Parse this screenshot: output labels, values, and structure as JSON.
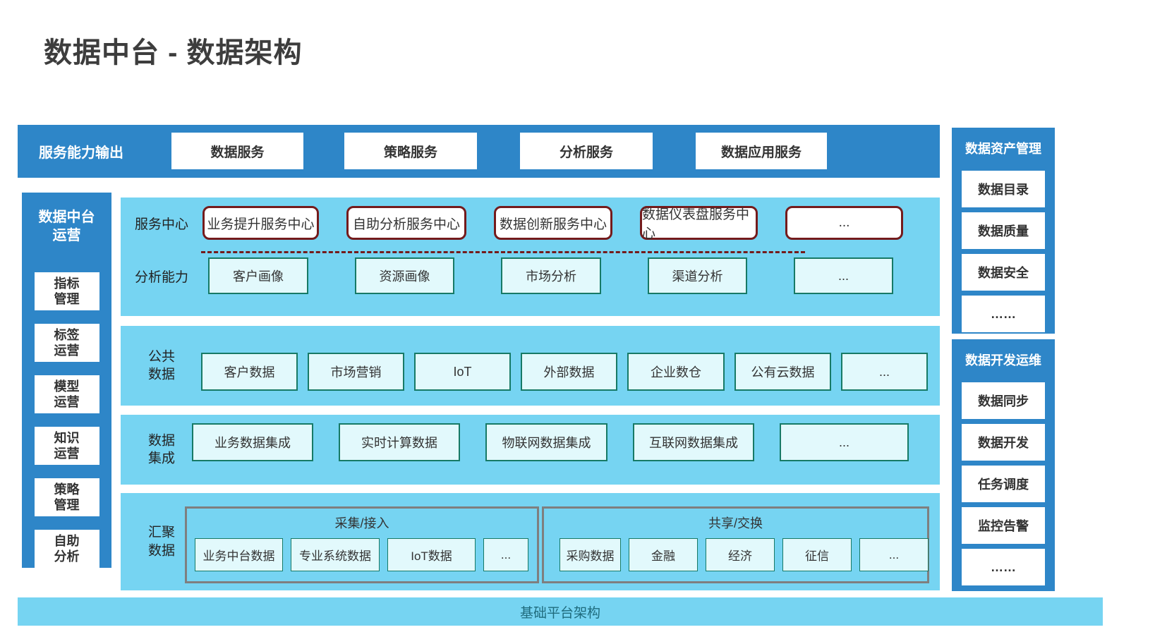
{
  "title": "数据中台 - 数据架构",
  "top_bar": {
    "label": "服务能力输出",
    "items": [
      "数据服务",
      "策略服务",
      "分析服务",
      "数据应用服务"
    ]
  },
  "left_sidebar": {
    "title": "数据中台\n运营",
    "items": [
      "指标\n管理",
      "标签\n运营",
      "模型\n运营",
      "知识\n运营",
      "策略\n管理",
      "自助\n分析"
    ]
  },
  "main": {
    "service_center": {
      "label": "服务中心",
      "items": [
        "业务提升服务中心",
        "自助分析服务中心",
        "数据创新服务中心",
        "数据仪表盘服务中心",
        "..."
      ]
    },
    "analysis": {
      "label": "分析能力",
      "items": [
        "客户画像",
        "资源画像",
        "市场分析",
        "渠道分析",
        "..."
      ]
    },
    "public_data": {
      "label": "公共\n数据",
      "items": [
        "客户数据",
        "市场营销",
        "IoT",
        "外部数据",
        "企业数仓",
        "公有云数据",
        "..."
      ]
    },
    "integration": {
      "label": "数据\n集成",
      "items": [
        "业务数据集成",
        "实时计算数据",
        "物联网数据集成",
        "互联网数据集成",
        "..."
      ]
    },
    "aggregation": {
      "label": "汇聚\n数据",
      "groups": [
        {
          "title": "采集/接入",
          "items": [
            "业务中台数据",
            "专业系统数据",
            "IoT数据",
            "..."
          ]
        },
        {
          "title": "共享/交换",
          "items": [
            "采购数据",
            "金融",
            "经济",
            "征信",
            "..."
          ]
        }
      ]
    }
  },
  "right_panels": [
    {
      "title": "数据资产管理",
      "items": [
        "数据目录",
        "数据质量",
        "数据安全",
        "……"
      ]
    },
    {
      "title": "数据开发运维",
      "items": [
        "数据同步",
        "数据开发",
        "任务调度",
        "监控告警",
        "……"
      ]
    }
  ],
  "bottom_bar": {
    "label": "基础平台架构"
  },
  "colors": {
    "primary_blue": "#2E86C8",
    "panel_blue": "#76D4F2",
    "box_cyan_bg": "#E2F9FC",
    "box_cyan_border": "#177A66",
    "service_box_border": "#741B1C",
    "group_border": "#7F7F7F",
    "bottom_text": "#1F6B7D",
    "title_text": "#3D3D3D",
    "box_text": "#333333"
  }
}
